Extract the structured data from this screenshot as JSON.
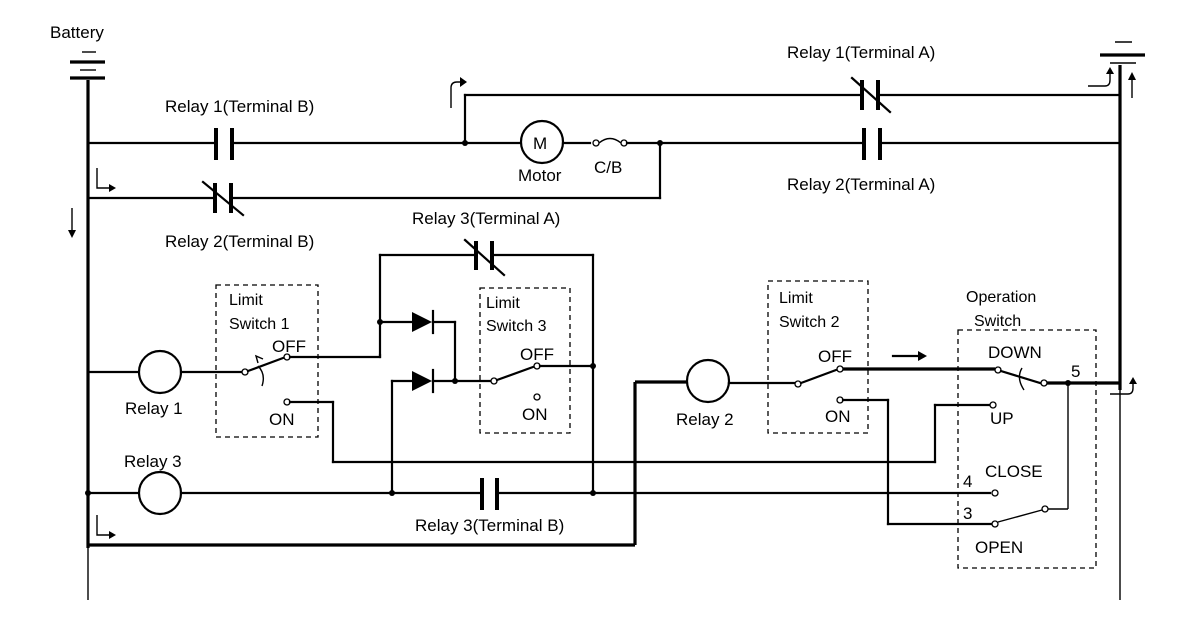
{
  "labels": {
    "battery": "Battery",
    "relay1_terminal_a": "Relay 1(Terminal A)",
    "relay1_terminal_b": "Relay 1(Terminal B)",
    "relay2_terminal_a": "Relay 2(Terminal A)",
    "relay2_terminal_b": "Relay 2(Terminal B)",
    "relay3_terminal_a": "Relay 3(Terminal A)",
    "relay3_terminal_b": "Relay 3(Terminal B)",
    "motor_symbol": "M",
    "motor": "Motor",
    "circuit_breaker": "C/B",
    "relay1": "Relay 1",
    "relay2": "Relay 2",
    "relay3": "Relay 3",
    "limit_switch_1_line1": "Limit",
    "limit_switch_1_line2": "Switch 1",
    "limit_switch_2_line1": "Limit",
    "limit_switch_2_line2": "Switch 2",
    "limit_switch_3_line1": "Limit",
    "limit_switch_3_line2": "Switch 3",
    "off": "OFF",
    "on": "ON",
    "operation_switch_line1": "Operation",
    "operation_switch_line2": "Switch",
    "down": "DOWN",
    "up": "UP",
    "close": "CLOSE",
    "open": "OPEN",
    "terminal_3": "3",
    "terminal_4": "4",
    "terminal_5": "5"
  }
}
